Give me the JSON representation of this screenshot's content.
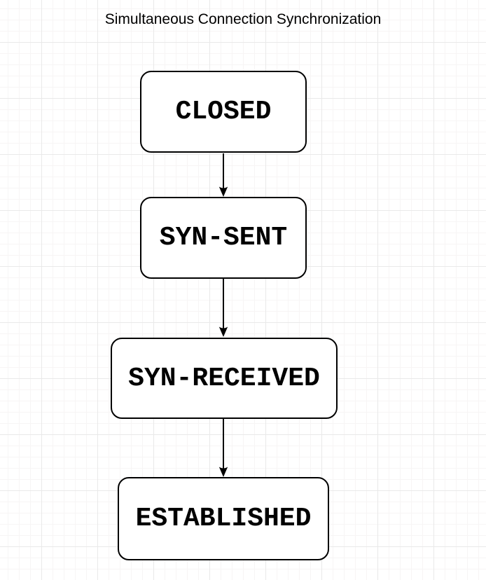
{
  "title": "Simultaneous Connection Synchronization",
  "diagram": {
    "type": "flowchart",
    "direction": "top-down",
    "nodes": [
      {
        "id": "closed",
        "label": "CLOSED"
      },
      {
        "id": "syn-sent",
        "label": "SYN-SENT"
      },
      {
        "id": "syn-received",
        "label": "SYN-RECEIVED"
      },
      {
        "id": "established",
        "label": "ESTABLISHED"
      }
    ],
    "edges": [
      {
        "from": "closed",
        "to": "syn-sent",
        "arrow": "down"
      },
      {
        "from": "syn-sent",
        "to": "syn-received",
        "arrow": "down"
      },
      {
        "from": "syn-received",
        "to": "established",
        "arrow": "down"
      }
    ]
  },
  "colors": {
    "node_fill": "#ffffff",
    "node_border": "#000000",
    "text": "#000000",
    "grid_major": "#e9e9e9",
    "grid_minor": "#f7f5f5"
  }
}
